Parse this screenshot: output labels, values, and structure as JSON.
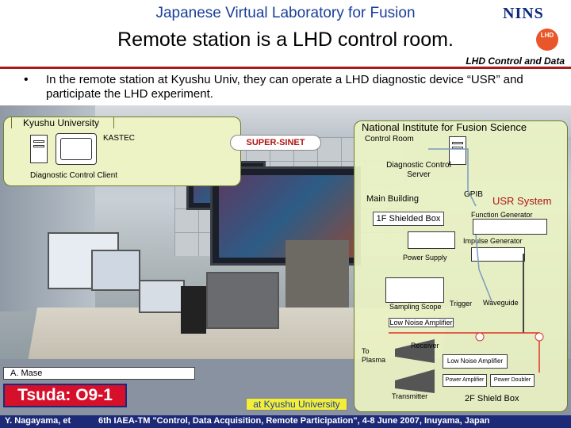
{
  "header": {
    "subtitle": "Japanese Virtual Laboratory for Fusion",
    "title": "Remote station is a LHD control room.",
    "org_logo": "NINS",
    "lhd_logo": "LHD",
    "section_tag": "LHD Control and Data"
  },
  "bullet": {
    "marker": "•",
    "text": "In the remote station at Kyushu Univ, they can operate a LHD diagnostic device “USR” and participate the LHD experiment."
  },
  "diagram": {
    "kyushu": {
      "title": "Kyushu University",
      "site": "KASTEC",
      "client": "Diagnostic Control Client"
    },
    "network": "SUPER-SINET",
    "nifs": {
      "title": "National Institute for Fusion Science",
      "control_room": "Control Room",
      "server": "Diagnostic Control Server",
      "main_building": "Main Building",
      "gpib": "GPIB",
      "usr_system": "USR System",
      "shielded_box_1f": "1F Shielded Box",
      "function_generator": "Function Generator",
      "impulse_generator": "Impulse Generator",
      "power_supply": "Power Supply",
      "trigger": "Trigger",
      "waveguide": "Waveguide",
      "sampling_scope": "Sampling Scope",
      "low_noise_amplifier": "Low Noise Amplifier",
      "receiver": "Receiver",
      "to_plasma": "To Plasma",
      "low_noise_amplifier_2": "Low Noise Amplifier",
      "power_amplifier_1": "Power Amplifier",
      "power_amplifier_2": "Power Doubler",
      "transmitter": "Transmitter",
      "shield_box_2f": "2F Shield Box"
    }
  },
  "badges": {
    "presenter": "A. Mase",
    "session": "Tsuda: O9-1",
    "location": "at Kyushu University"
  },
  "footer": {
    "author": "Y. Nagayama, et",
    "conference": "6th IAEA-TM \"Control, Data Acquisition, Remote Participation\", 4-8 June 2007, Inuyama, Japan"
  }
}
